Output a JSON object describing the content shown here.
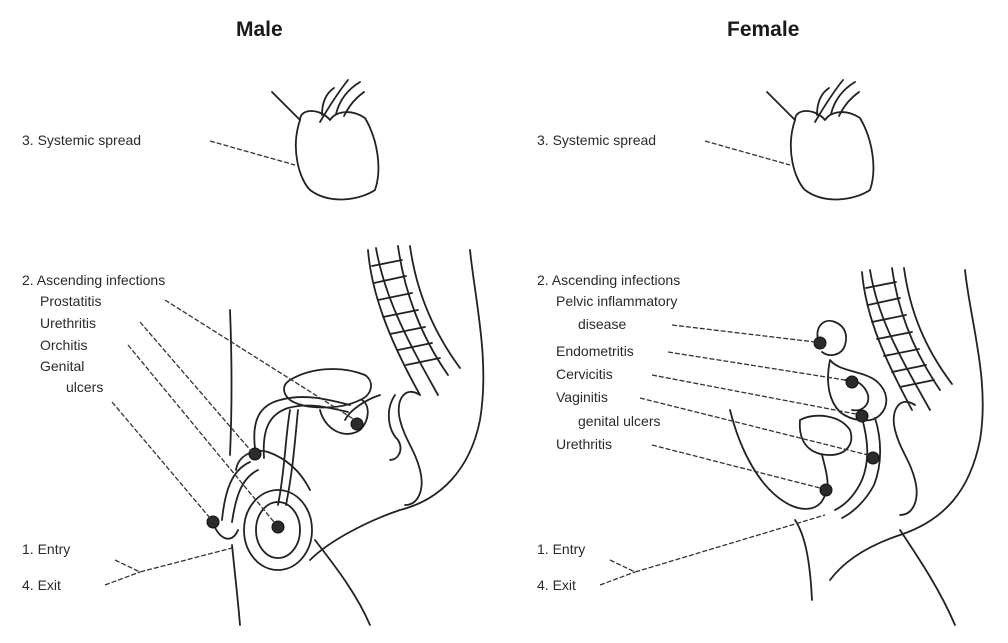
{
  "male": {
    "title": "Male",
    "systemic": "3. Systemic spread",
    "ascending": "2. Ascending infections",
    "prostatitis": "Prostatitis",
    "urethritis": "Urethritis",
    "orchitis": "Orchitis",
    "genital": "Genital",
    "ulcers": "ulcers",
    "entry": "1. Entry",
    "exit": "4. Exit"
  },
  "female": {
    "title": "Female",
    "systemic": "3. Systemic spread",
    "ascending": "2. Ascending infections",
    "pid1": "Pelvic inflammatory",
    "pid2": "disease",
    "endometritis": "Endometritis",
    "cervicitis": "Cervicitis",
    "vaginitis": "Vaginitis",
    "genital_ulcers": "genital ulcers",
    "urethritis": "Urethritis",
    "entry": "1. Entry",
    "exit": "4. Exit"
  }
}
